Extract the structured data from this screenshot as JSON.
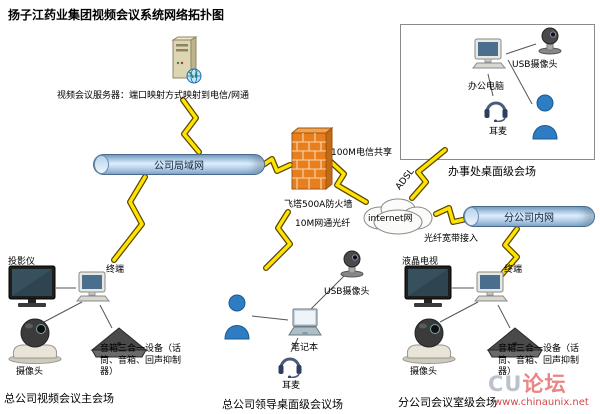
{
  "title": "扬子江药业集团视频会议系统网络拓扑图",
  "network": {
    "server_label": "视频会议服务器：端口映射方式映射到电信/网通",
    "lan_label": "公司局域网",
    "firewall_label": "飞塔500A防火墙",
    "telecom_label": "100M电信共享",
    "netcom_label": "10M网通光纤",
    "internet_label": "internet网",
    "adsl_label": "ADSL",
    "branch_lan_label": "分公司内网",
    "fiber_label": "光纤宽带接入"
  },
  "office_site": {
    "usb_camera_label": "USB摄像头",
    "pc_label": "办公电脑",
    "headset_label": "耳麦",
    "caption": "办事处桌面级会场"
  },
  "hq_main_site": {
    "projector_label": "投影仪",
    "terminal_label": "终端",
    "camera_label": "摄像头",
    "audio_label": "音箱三合一设备（话筒、音箱、回声抑制器）",
    "caption": "总公司视频会议主会场"
  },
  "hq_leader_site": {
    "usb_camera_label": "USB摄像头",
    "laptop_label": "笔记本",
    "headset_label": "耳麦",
    "caption": "总公司领导桌面级会议场"
  },
  "branch_site": {
    "tv_label": "液晶电视",
    "terminal_label": "终端",
    "camera_label": "摄像头",
    "audio_label": "音箱三合一设备（话筒、音箱、回声抑制器）",
    "caption": "分公司会议室级会场"
  },
  "watermark": {
    "brand_prefix": "CU",
    "brand_suffix": "论坛",
    "url": "www.chinaunix.net"
  },
  "colors": {
    "cylinder": "#a9c9e9",
    "firewall_brick": "#e87f1e",
    "person_blue": "#2e7cc2",
    "bolt_yellow": "#ffe400",
    "watermark_red": "#cc3333"
  }
}
